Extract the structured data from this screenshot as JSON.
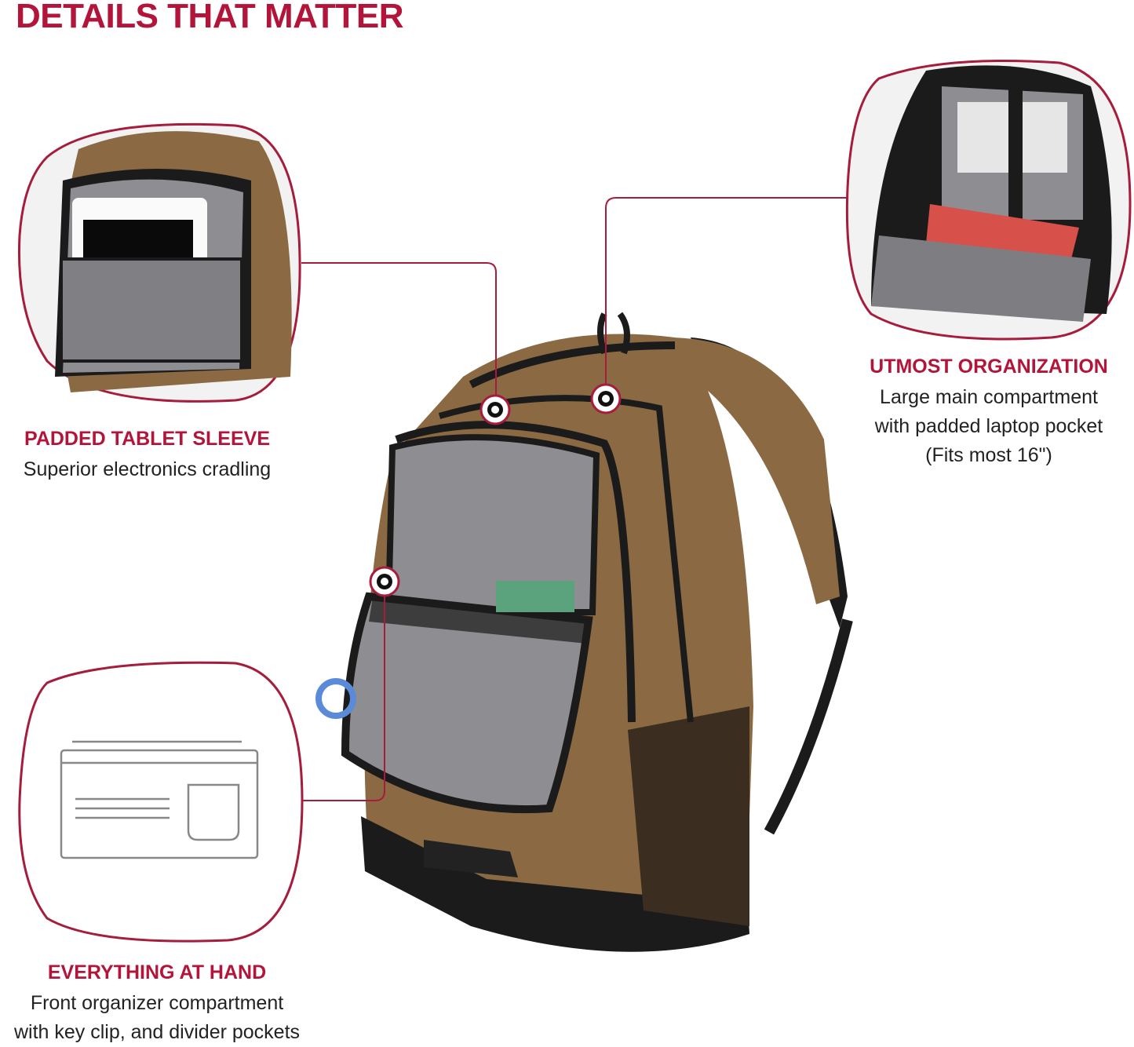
{
  "title": "DETAILS THAT MATTER",
  "accent_color": "#b3143a",
  "features": [
    {
      "heading": "PADDED TABLET SLEEVE",
      "lines": [
        "Superior electronics cradling"
      ]
    },
    {
      "heading": "UTMOST ORGANIZATION",
      "lines": [
        "Large main compartment",
        "with padded laptop pocket",
        "(Fits most 16\")"
      ]
    },
    {
      "heading": "EVERYTHING AT HAND",
      "lines": [
        "Front organizer compartment",
        "with key clip, and divider pockets"
      ]
    }
  ],
  "product_colors": {
    "body": "#8b6a43",
    "trim": "#1b1b1b",
    "lining": "#8e8e92"
  }
}
